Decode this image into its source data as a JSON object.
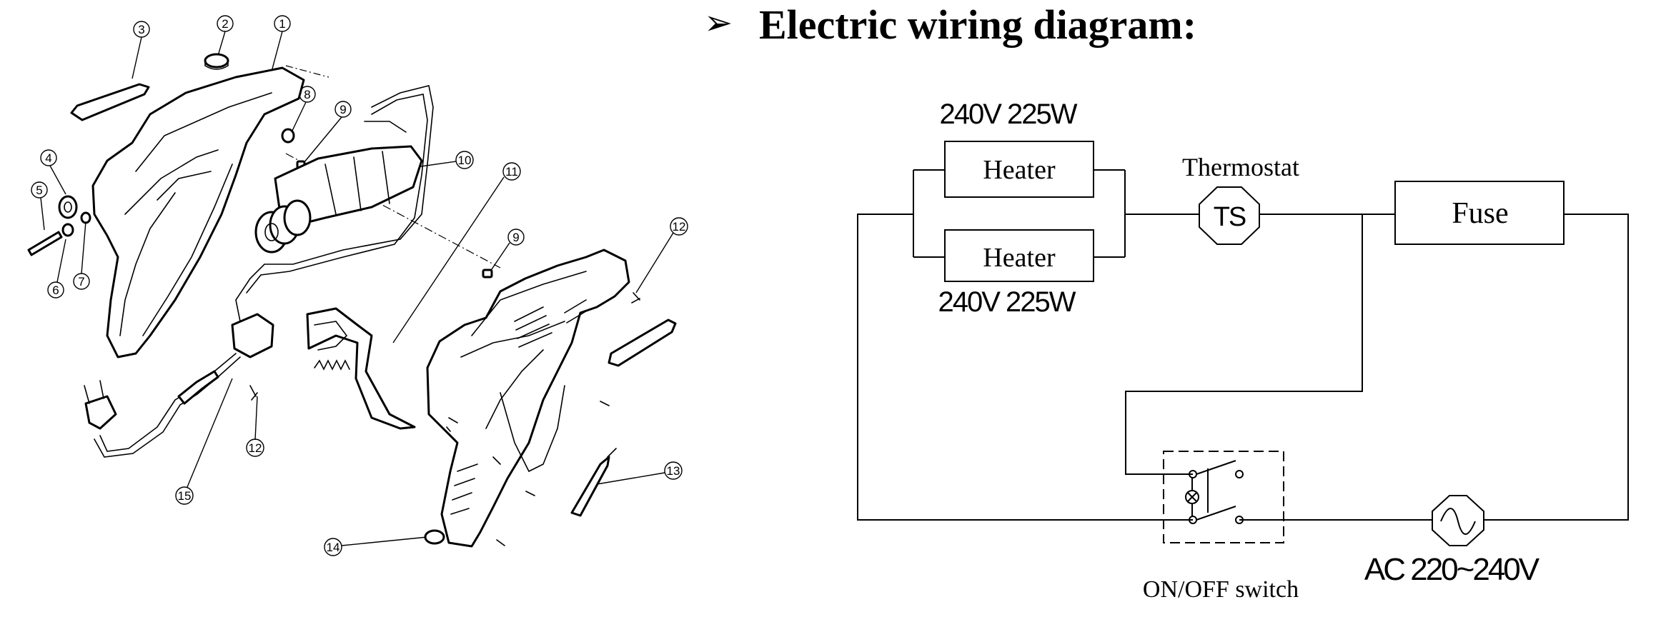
{
  "heading": "Electric wiring diagram:",
  "bullet_symbol": "➢",
  "exploded_view": {
    "callouts": [
      "1",
      "2",
      "3",
      "4",
      "5",
      "6",
      "7",
      "8",
      "9",
      "10",
      "11",
      "9",
      "12",
      "12",
      "13",
      "14",
      "15"
    ]
  },
  "wiring": {
    "heater_top": {
      "label": "Heater",
      "rating": "240V 225W"
    },
    "heater_bottom": {
      "label": "Heater",
      "rating": "240V 225W"
    },
    "thermostat": {
      "label": "Thermostat",
      "symbol": "TS"
    },
    "fuse": {
      "label": "Fuse"
    },
    "switch": {
      "label": "ON/OFF switch"
    },
    "power_source": {
      "label": "AC 220~240V"
    }
  }
}
